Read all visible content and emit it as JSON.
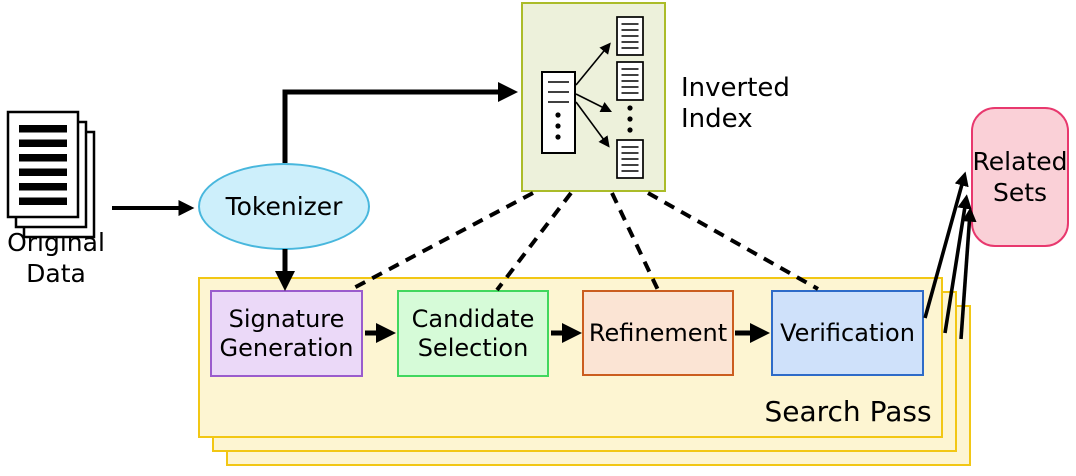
{
  "nodes": {
    "original_data": {
      "label": "Original Data",
      "icon": "document-stack-icon"
    },
    "tokenizer": {
      "label": "Tokenizer",
      "shape": "ellipse",
      "fill": "#cdeffb",
      "border": "#48b7dd"
    },
    "inverted_index": {
      "label": "Inverted Index",
      "fill": "#edf1db",
      "border": "#abbc29",
      "icon": "index-fanout-icon"
    },
    "related_sets": {
      "label": "Related Sets",
      "fill": "#fad0d7",
      "border": "#e8386e"
    }
  },
  "search_pass": {
    "label": "Search Pass",
    "stacked_layers": 3,
    "fill": "#fdf5d2",
    "border": "#f2c714",
    "steps": [
      {
        "label": "Signature Generation",
        "fill": "#ebd9f8",
        "border": "#9a5ccd"
      },
      {
        "label": "Candidate Selection",
        "fill": "#d6fbd8",
        "border": "#41d75e"
      },
      {
        "label": "Refinement",
        "fill": "#fbe4d4",
        "border": "#cb5d1f"
      },
      {
        "label": "Verification",
        "fill": "#cfe1fa",
        "border": "#2e6bc8"
      }
    ]
  },
  "edges": [
    {
      "from": "Original Data",
      "to": "Tokenizer",
      "style": "solid-arrow"
    },
    {
      "from": "Tokenizer",
      "to": "Inverted Index",
      "style": "solid-arrow"
    },
    {
      "from": "Tokenizer",
      "to": "Signature Generation",
      "style": "solid-arrow"
    },
    {
      "from": "Signature Generation",
      "to": "Candidate Selection",
      "style": "solid-arrow"
    },
    {
      "from": "Candidate Selection",
      "to": "Refinement",
      "style": "solid-arrow"
    },
    {
      "from": "Refinement",
      "to": "Verification",
      "style": "solid-arrow"
    },
    {
      "from": "Inverted Index",
      "to": "Signature Generation",
      "style": "dashed"
    },
    {
      "from": "Inverted Index",
      "to": "Candidate Selection",
      "style": "dashed"
    },
    {
      "from": "Inverted Index",
      "to": "Refinement",
      "style": "dashed"
    },
    {
      "from": "Inverted Index",
      "to": "Verification",
      "style": "dashed"
    },
    {
      "from": "Search Pass layer 1",
      "to": "Related Sets",
      "style": "solid-arrow"
    },
    {
      "from": "Search Pass layer 2",
      "to": "Related Sets",
      "style": "solid-arrow"
    },
    {
      "from": "Search Pass layer 3",
      "to": "Related Sets",
      "style": "solid-arrow"
    }
  ]
}
